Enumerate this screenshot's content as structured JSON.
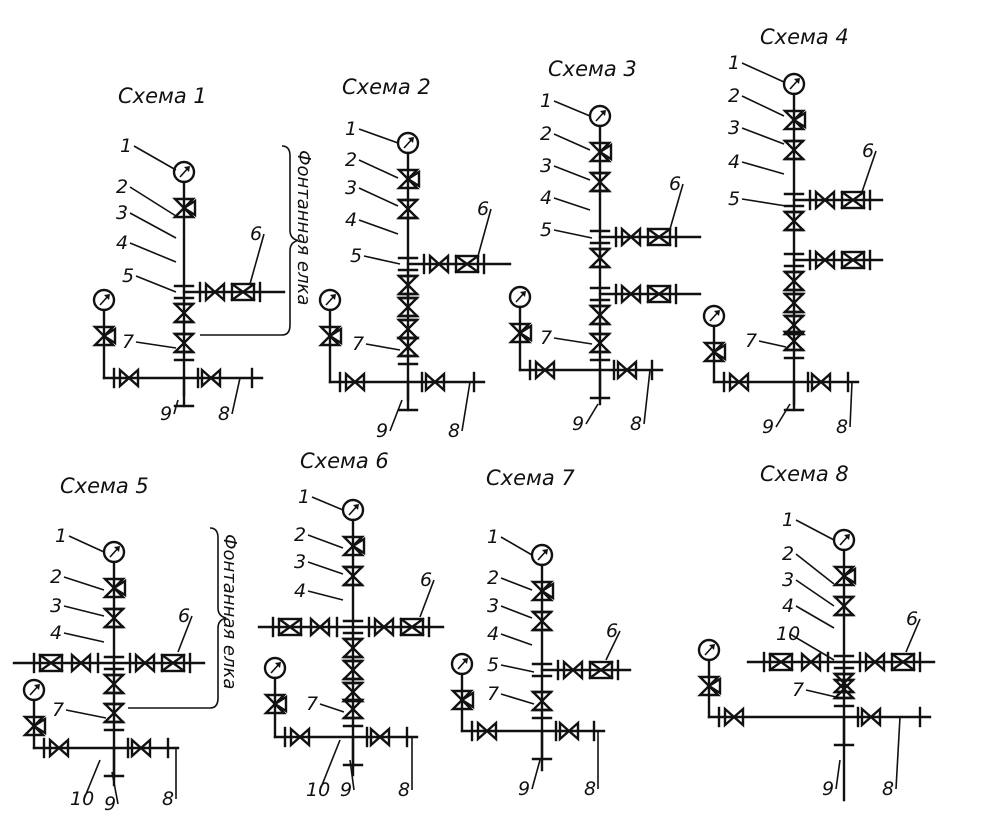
{
  "figure_label": "Фонтанная елка",
  "schemes": [
    {
      "title": "Схема 1",
      "labels": [
        "1",
        "2",
        "3",
        "4",
        "5",
        "6",
        "7",
        "8",
        "9"
      ]
    },
    {
      "title": "Схема 2",
      "labels": [
        "1",
        "2",
        "3",
        "4",
        "5",
        "6",
        "7",
        "8",
        "9"
      ]
    },
    {
      "title": "Схема 3",
      "labels": [
        "1",
        "2",
        "3",
        "4",
        "5",
        "6",
        "7",
        "8",
        "9"
      ]
    },
    {
      "title": "Схема 4",
      "labels": [
        "1",
        "2",
        "3",
        "4",
        "5",
        "6",
        "7",
        "8",
        "9"
      ]
    },
    {
      "title": "Схема 5",
      "labels": [
        "1",
        "2",
        "3",
        "4",
        "6",
        "7",
        "8",
        "9",
        "10"
      ]
    },
    {
      "title": "Схема 6",
      "labels": [
        "1",
        "2",
        "3",
        "4",
        "6",
        "7",
        "8",
        "9",
        "10"
      ]
    },
    {
      "title": "Схема 7",
      "labels": [
        "1",
        "2",
        "3",
        "4",
        "5",
        "6",
        "7",
        "8",
        "9"
      ]
    },
    {
      "title": "Схема 8",
      "labels": [
        "1",
        "2",
        "3",
        "4",
        "6",
        "7",
        "8",
        "9",
        "10"
      ]
    }
  ]
}
